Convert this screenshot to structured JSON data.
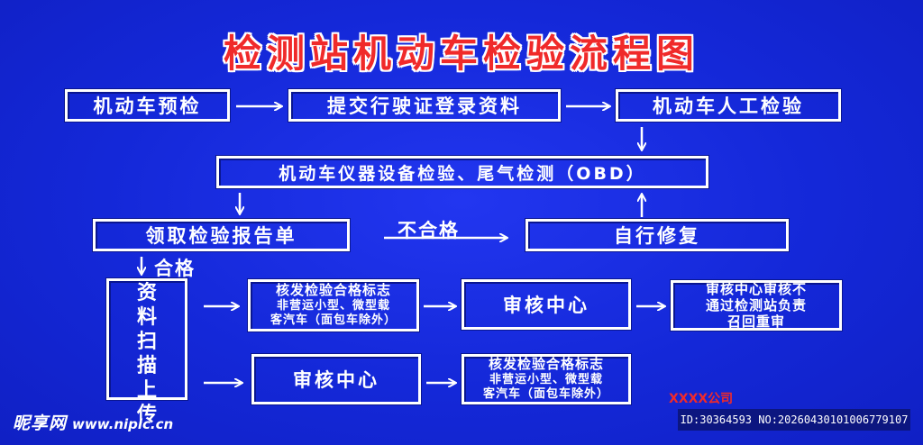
{
  "title": "检测站机动车检验流程图",
  "steps": {
    "pre_check": "机动车预检",
    "submit_docs": "提交行驶证登录资料",
    "manual_check": "机动车人工检验",
    "instrument_check": "机动车仪器设备检验、尾气检测（OBD）",
    "get_report": "领取检验报告单",
    "repair": "自行修复",
    "scan_upload": "资\n料\n扫\n描\n上\n传",
    "issue_mark_1": {
      "line1": "核发检验合格标志",
      "line2": "非营运小型、微型载\n客汽车（面包车除外）"
    },
    "review_center_1": "审核中心",
    "recall": "审核中心审核不\n通过检测站负责\n召回重审",
    "review_center_2": "审核中心",
    "issue_mark_2": {
      "line1": "核发检验合格标志",
      "line2": "非营运小型、微型载\n客汽车（面包车除外）"
    }
  },
  "labels": {
    "fail": "不合格",
    "pass": "合格"
  },
  "footer": {
    "company": "XXXX公司",
    "id_text": "ID:30364593 NO:20260430101006779107",
    "watermark_brand": "昵享网",
    "watermark_url": "www.nipic.cn"
  },
  "colors": {
    "background": "#1428d8",
    "title": "#f02a2a",
    "box_border": "#ffffff",
    "text": "#ffffff"
  }
}
